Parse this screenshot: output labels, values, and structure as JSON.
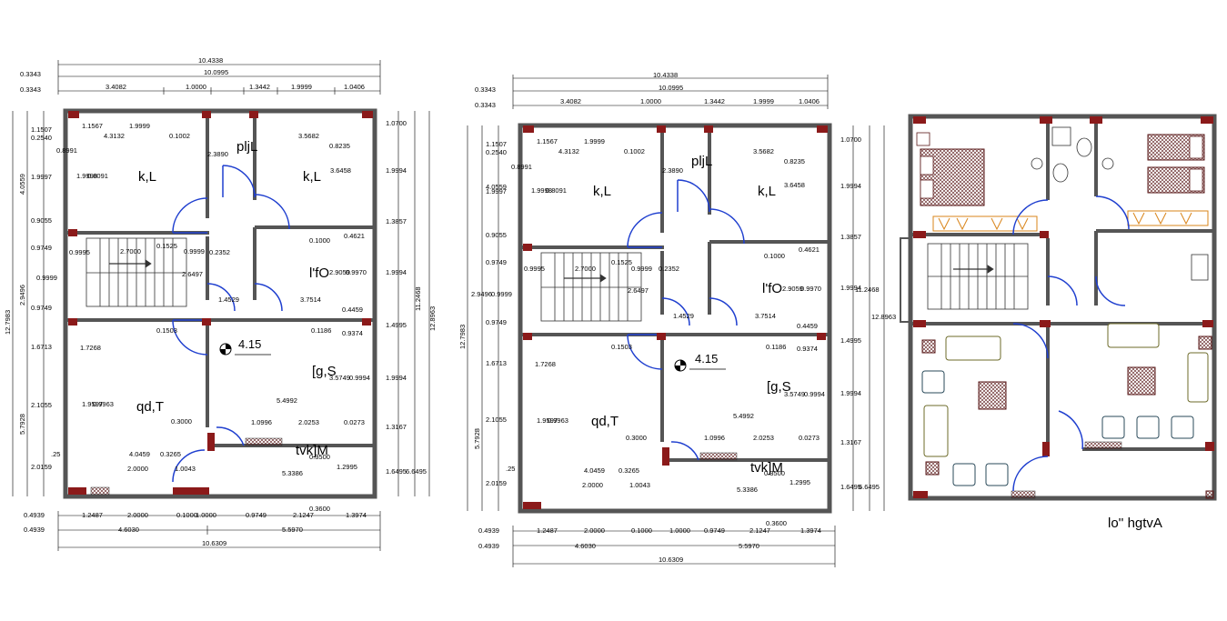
{
  "plans": [
    {
      "rooms": [
        "k,L",
        "k,L",
        "pljL",
        "l'fO",
        "qd,T",
        "[g,S",
        "tvk]M"
      ],
      "level": "4.15",
      "top_dims": {
        "overall": "10.4338",
        "inner": "10.0995",
        "offsets": [
          "0.3343",
          "0.3343"
        ],
        "segments": [
          "3.4082",
          "1.0000",
          "1.3442",
          "1.9999",
          "1.0406"
        ]
      },
      "bottom_dims": {
        "row1": [
          "0.4939",
          "1.2487",
          "2.0000",
          "0.1000",
          "1.0000",
          "0.9749",
          "2.1247",
          "1.3974"
        ],
        "row2": [
          "0.4939",
          "4.6030",
          "5.5970"
        ],
        "overall": "10.6309"
      },
      "left_dims": [
        "12.7983",
        "5.7928",
        "4.0559",
        "2.9496",
        "1.1507",
        "0.2540",
        "1.9997",
        "0.9055",
        "0.9749",
        "0.9999",
        "0.9749",
        "1.6713",
        "2.1055",
        "2.0159",
        ".25"
      ],
      "right_dims": [
        "1.0700",
        "1.9994",
        "1.3857",
        "1.9994",
        "1.4995",
        "1.9994",
        "1.3167",
        "1.6495",
        "11.2468",
        "12.8963",
        "6.6495"
      ],
      "interior_dims": [
        "1.1567",
        "1.9999",
        "4.3132",
        "0.1002",
        "3.5682",
        "0.8235",
        "0.8991",
        "2.3890",
        "1.9998",
        "0.8091",
        "3.6458",
        "0.1000",
        "0.4621",
        "0.9995",
        "2.7000",
        "0.1525",
        "0.9999",
        "0.2352",
        "2.6497",
        "1.4529",
        "3.7514",
        "2.9059",
        "0.9970",
        "0.4459",
        "0.1503",
        "0.1186",
        "0.9374",
        "1.7268",
        "3.5749",
        "0.9994",
        "1.9597",
        "0.9963",
        "5.4992",
        "0.3000",
        "0.3500",
        "1.0996",
        "2.0253",
        "0.0273",
        "4.0459",
        "0.3265",
        "1.0043",
        "2.0000",
        "5.3386",
        "1.2995",
        "0.3600"
      ]
    }
  ],
  "furnished_caption": "lo'' hgtvA"
}
